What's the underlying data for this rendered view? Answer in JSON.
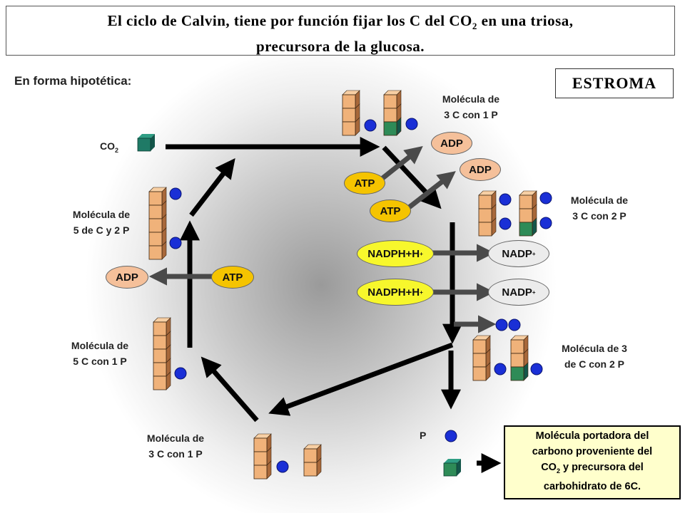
{
  "title_line1_a": "El ciclo de Calvin, tiene por función fijar los C del CO",
  "title_sub": "2",
  "title_line1_b": " en una triosa,",
  "title_line2": "precursora de la glucosa.",
  "subtitle": "En forma hipotética:",
  "region": "ESTROMA",
  "co2_label": "CO",
  "co2_sub": "2",
  "labels": {
    "mol_3c_1p_top_l1": "Molécula de",
    "mol_3c_1p_top_l2": "3 C con 1 P",
    "mol_3c_2p_l1": "Molécula de",
    "mol_3c_2p_l2": "3 C con 2 P",
    "mol_5c_2p_l1": "Molécula de",
    "mol_5c_2p_l2": "5 de C y 2 P",
    "mol_3de_c_2p_l1": "Molécula de 3",
    "mol_3de_c_2p_l2": "de C con 2 P",
    "mol_5c_1p_l1": "Molécula de",
    "mol_5c_1p_l2": "5 C con 1 P",
    "mol_3c_1p_bot_l1": "Molécula de",
    "mol_3c_1p_bot_l2": "3 C con 1 P",
    "p": "P"
  },
  "ovals": {
    "atp": "ATP",
    "adp": "ADP",
    "nadph": "NADPH+H",
    "nadph_sup": "+",
    "nadp": "NADP",
    "nadp_sup": "+"
  },
  "result": {
    "line1": "Molécula portadora del",
    "line2": "carbono proveniente del",
    "line3a": "CO",
    "line3sub": "2",
    "line3b": "  y precursora del",
    "line4": "carbohidrato de 6C."
  },
  "colors": {
    "carbon": "#f0b27a",
    "green_carbon": "#2e8b57",
    "phosphate": "#1a2fd6",
    "arrow": "#000000",
    "grey_arrow": "#555555"
  }
}
